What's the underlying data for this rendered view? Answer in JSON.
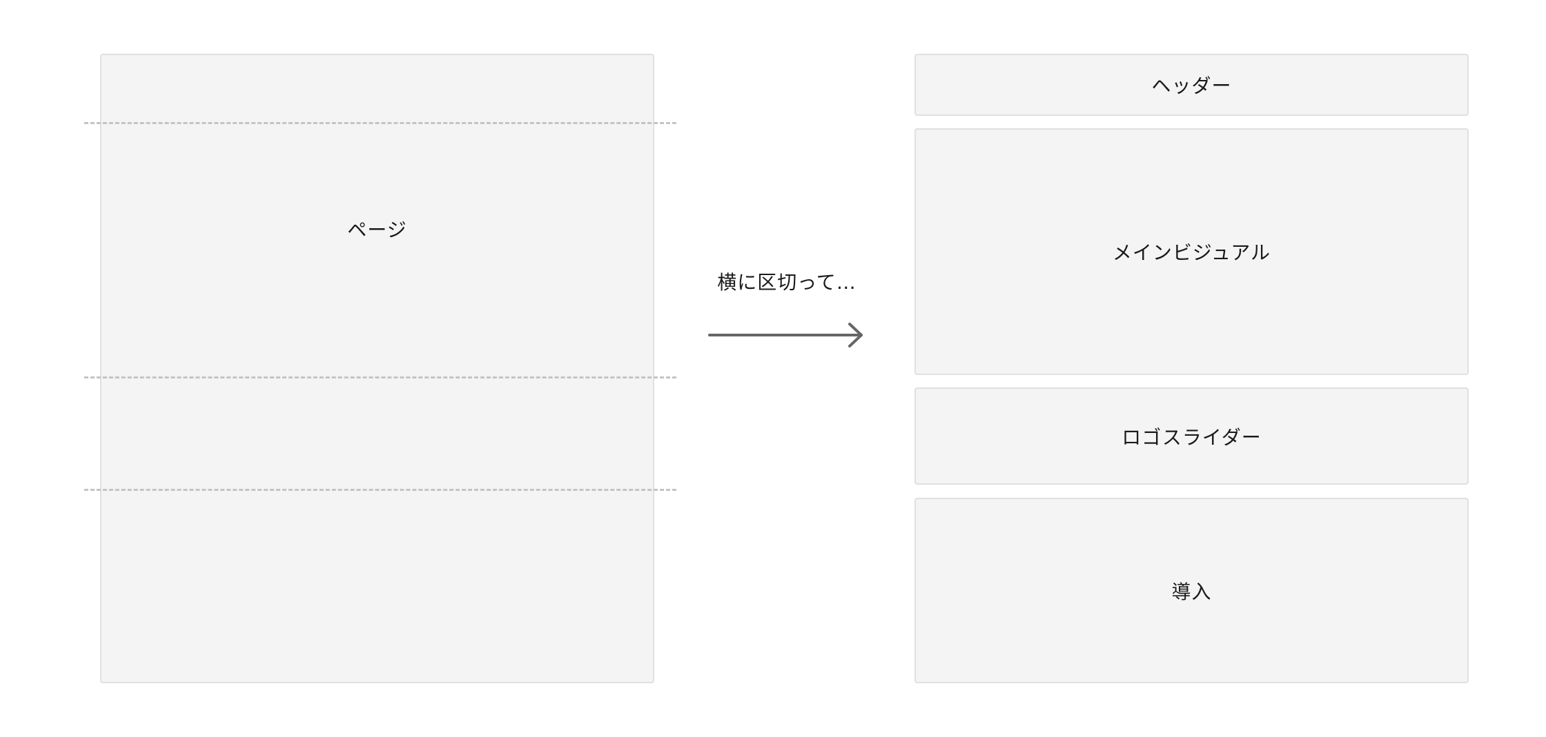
{
  "left": {
    "page_label": "ページ"
  },
  "transition": {
    "caption": "横に区切って…"
  },
  "right": {
    "sections": [
      {
        "label": "ヘッダー"
      },
      {
        "label": "メインビジュアル"
      },
      {
        "label": "ロゴスライダー"
      },
      {
        "label": "導入"
      }
    ]
  },
  "colors": {
    "box_fill": "#f4f4f4",
    "box_border": "#e0e0e0",
    "dash": "#c4c4c4",
    "arrow": "#666666",
    "text": "#1a1a1a"
  }
}
